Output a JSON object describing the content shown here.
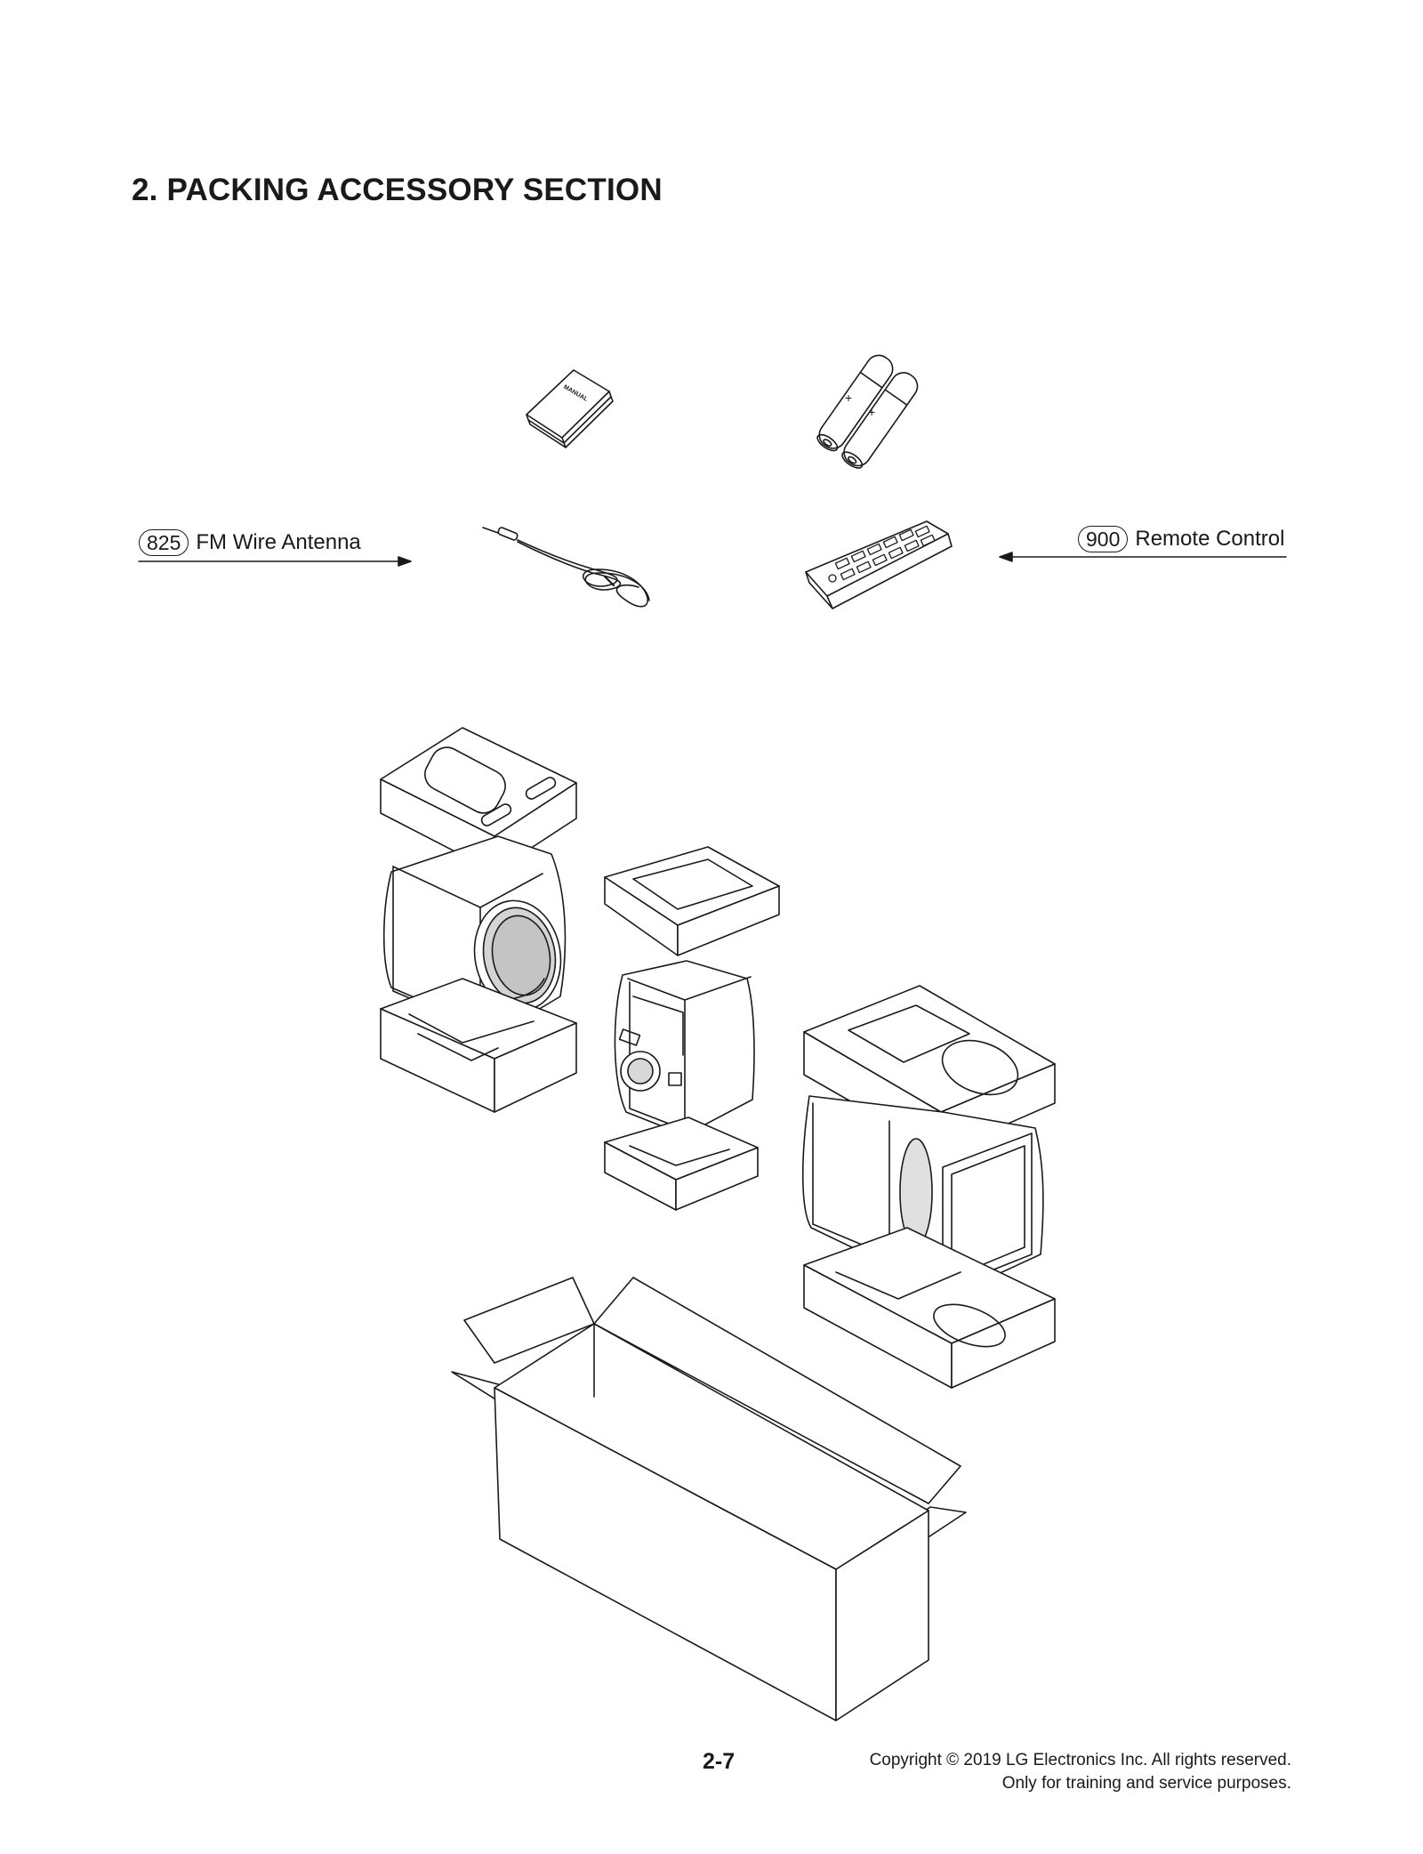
{
  "section_title": "2. PACKING ACCESSORY SECTION",
  "callouts": [
    {
      "number": "825",
      "label": "FM Wire Antenna"
    },
    {
      "number": "900",
      "label": "Remote Control"
    }
  ],
  "manual_label": "MANUAL",
  "page_number": "2-7",
  "copyright": {
    "line1": "Copyright © 2019 LG Electronics Inc. All rights reserved.",
    "line2": "Only for training and service purposes."
  }
}
